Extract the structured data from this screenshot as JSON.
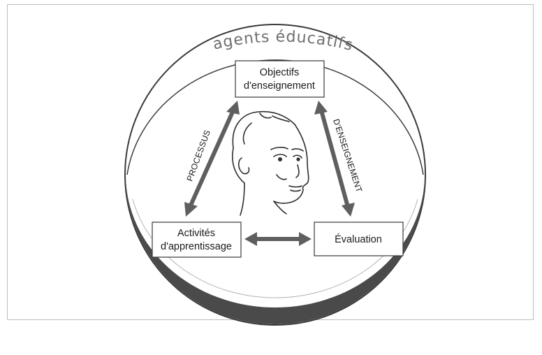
{
  "diagram": {
    "outer_label": "agents éducatifs",
    "boxes": {
      "objectives": {
        "line1": "Objectifs",
        "line2": "d'enseignement"
      },
      "activities": {
        "line1": "Activités",
        "line2": "d'apprentissage"
      },
      "evaluation": {
        "line1": "Évaluation"
      }
    },
    "edge_labels": {
      "left": "PROCESSUS",
      "right": "D'ENSEIGNEMENT"
    },
    "colors": {
      "ring_dark": "#4a4a4a",
      "arrow": "#5f5f5f",
      "line": "#3a3a3a"
    }
  }
}
